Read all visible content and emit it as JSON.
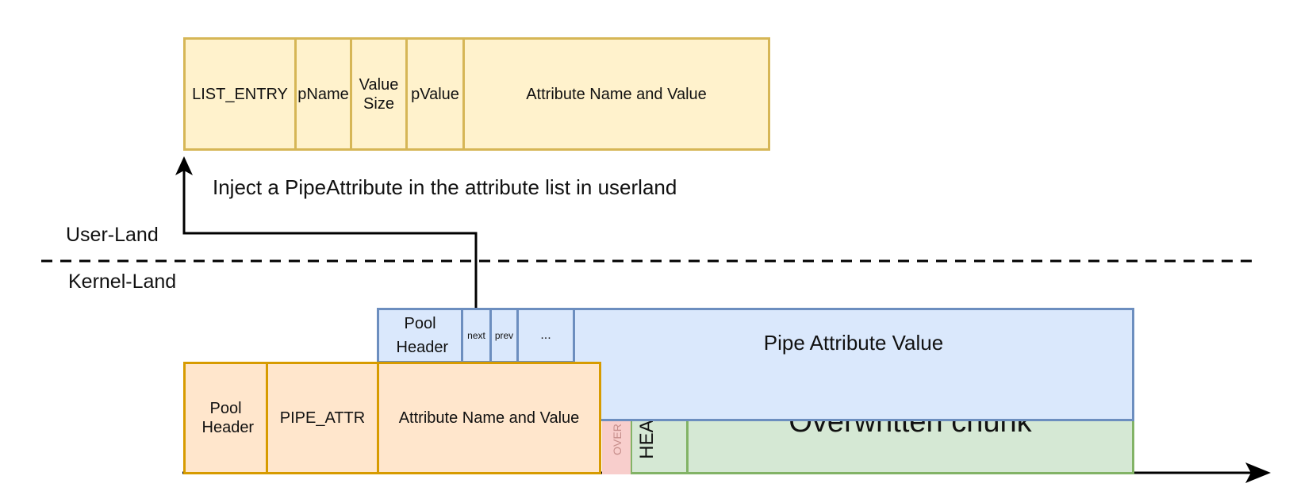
{
  "userland_struct": {
    "list_entry": "LIST_ENTRY",
    "pname": "pName",
    "value_size": "Value Size",
    "pvalue": "pValue",
    "attr_name_value": "Attribute Name and Value"
  },
  "inject_caption": "Inject a PipeAttribute in the attribute list in userland",
  "user_land_label": "User-Land",
  "kernel_land_label": "Kernel-Land",
  "overwritten_chunk": {
    "over_label": "OVER",
    "header_label": "HEA",
    "chunk_label": "Overwritten chunk"
  },
  "pipe_attr_block": {
    "pool_header": "Pool Header",
    "pipe_attr": "PIPE_ATTR",
    "attr_name_value": "Attribute Name and Value"
  },
  "fake_attr_block": {
    "pool_header": "Pool Header",
    "next": "next",
    "prev": "prev",
    "ellipsis": "...",
    "pipe_attribute_value": "Pipe Attribute Value"
  },
  "colors": {
    "userland_fill": "#fff2cc",
    "userland_stroke": "#d6b656",
    "blue_fill": "#dae8fc",
    "blue_stroke": "#6c8ebf",
    "orange_fill": "#ffe6cc",
    "orange_stroke": "#d79b00",
    "green_fill": "#d5e8d4",
    "green_stroke": "#82b366",
    "red_fill": "#f8cecc"
  }
}
